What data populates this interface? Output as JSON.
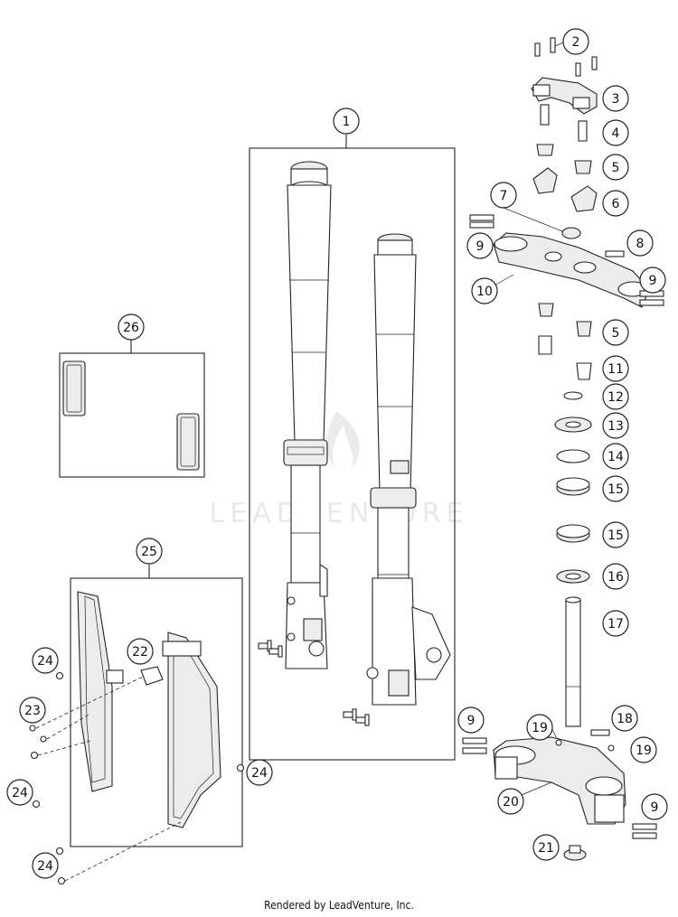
{
  "callouts": [
    {
      "id": "c1",
      "label": "1"
    },
    {
      "id": "c2",
      "label": "2"
    },
    {
      "id": "c3",
      "label": "3"
    },
    {
      "id": "c4",
      "label": "4"
    },
    {
      "id": "c5a",
      "label": "5"
    },
    {
      "id": "c6",
      "label": "6"
    },
    {
      "id": "c7",
      "label": "7"
    },
    {
      "id": "c8",
      "label": "8"
    },
    {
      "id": "c9a",
      "label": "9"
    },
    {
      "id": "c9b",
      "label": "9"
    },
    {
      "id": "c10",
      "label": "10"
    },
    {
      "id": "c5b",
      "label": "5"
    },
    {
      "id": "c11",
      "label": "11"
    },
    {
      "id": "c12",
      "label": "12"
    },
    {
      "id": "c13",
      "label": "13"
    },
    {
      "id": "c14",
      "label": "14"
    },
    {
      "id": "c15a",
      "label": "15"
    },
    {
      "id": "c15b",
      "label": "15"
    },
    {
      "id": "c16",
      "label": "16"
    },
    {
      "id": "c17",
      "label": "17"
    },
    {
      "id": "c18",
      "label": "18"
    },
    {
      "id": "c19a",
      "label": "19"
    },
    {
      "id": "c19b",
      "label": "19"
    },
    {
      "id": "c9c",
      "label": "9"
    },
    {
      "id": "c20",
      "label": "20"
    },
    {
      "id": "c9d",
      "label": "9"
    },
    {
      "id": "c21",
      "label": "21"
    },
    {
      "id": "c22",
      "label": "22"
    },
    {
      "id": "c23",
      "label": "23"
    },
    {
      "id": "c24a",
      "label": "24"
    },
    {
      "id": "c24b",
      "label": "24"
    },
    {
      "id": "c24c",
      "label": "24"
    },
    {
      "id": "c24d",
      "label": "24"
    },
    {
      "id": "c25",
      "label": "25"
    },
    {
      "id": "c26",
      "label": "26"
    }
  ],
  "watermark": "LEADVENTURE",
  "footer": "Rendered by LeadVenture, Inc."
}
